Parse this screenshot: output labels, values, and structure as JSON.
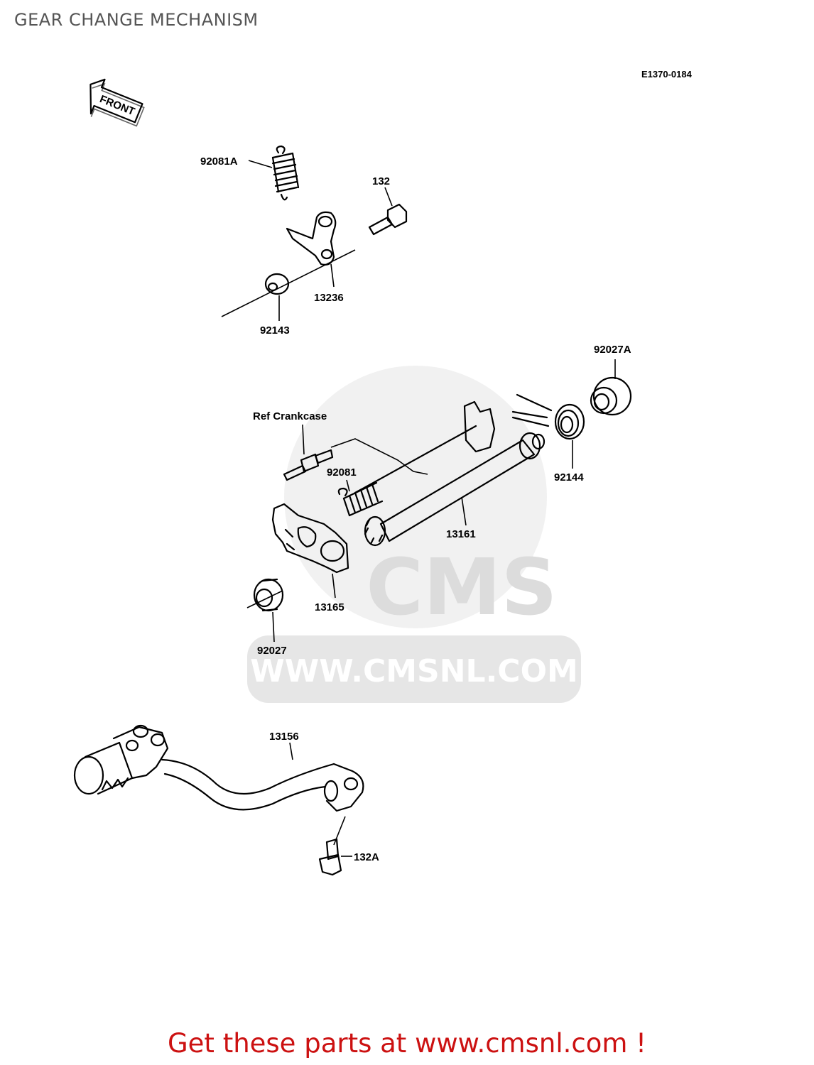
{
  "page": {
    "title": "GEAR CHANGE MECHANISM",
    "ref_code": "E1370-0184",
    "front_label": "FRONT",
    "footer_cta": "Get these parts at www.cmsnl.com !"
  },
  "watermark": {
    "brand": "CMS",
    "url": "WWW.CMSNL.COM"
  },
  "colors": {
    "title": "#555555",
    "cta": "#cc1111",
    "watermark": "#e6e6e6"
  },
  "callouts": {
    "p92081A": "92081A",
    "p132": "132",
    "p13236": "13236",
    "p92143": "92143",
    "p92027A": "92027A",
    "ref_crankcase": "Ref  Crankcase",
    "p92081": "92081",
    "p92144": "92144",
    "p13161": "13161",
    "p13165": "13165",
    "p92027": "92027",
    "p13156": "13156",
    "p132A": "132A"
  }
}
